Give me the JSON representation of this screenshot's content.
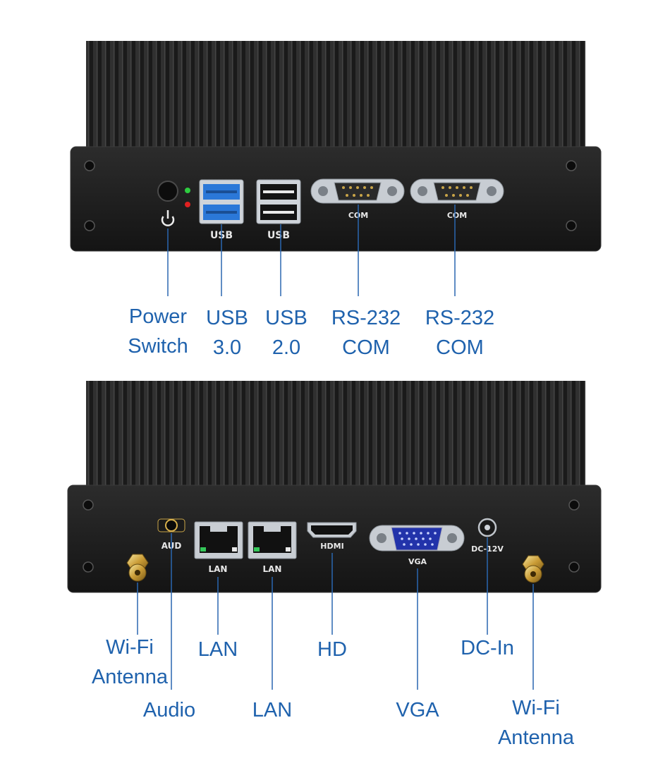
{
  "top_panel": {
    "port_marks": {
      "usb_a": "USB",
      "usb_b": "USB",
      "com_a": "COM",
      "com_b": "COM"
    },
    "callouts": {
      "power": [
        "Power",
        "Switch"
      ],
      "usb3": [
        "USB",
        "3.0"
      ],
      "usb2": [
        "USB",
        "2.0"
      ],
      "com1": [
        "RS-232",
        "COM"
      ],
      "com2": [
        "RS-232",
        "COM"
      ]
    }
  },
  "bottom_panel": {
    "port_marks": {
      "aud": "AUD",
      "lan_a": "LAN",
      "lan_b": "LAN",
      "hdmi": "HDMI",
      "vga": "VGA",
      "dc": "DC-12V"
    },
    "callouts": {
      "wifi_left": [
        "Wi-Fi",
        "Antenna"
      ],
      "audio": "Audio",
      "lan1": "LAN",
      "lan2": "LAN",
      "hd": "HD",
      "vga": "VGA",
      "dc": "DC-In",
      "wifi_right": [
        "Wi-Fi",
        "Antenna"
      ]
    }
  },
  "colors": {
    "callout_text": "#1f62ad",
    "leader_line": "#2a67b0",
    "usb3_blue": "#2b78d8",
    "vga_blue": "#2233aa"
  }
}
